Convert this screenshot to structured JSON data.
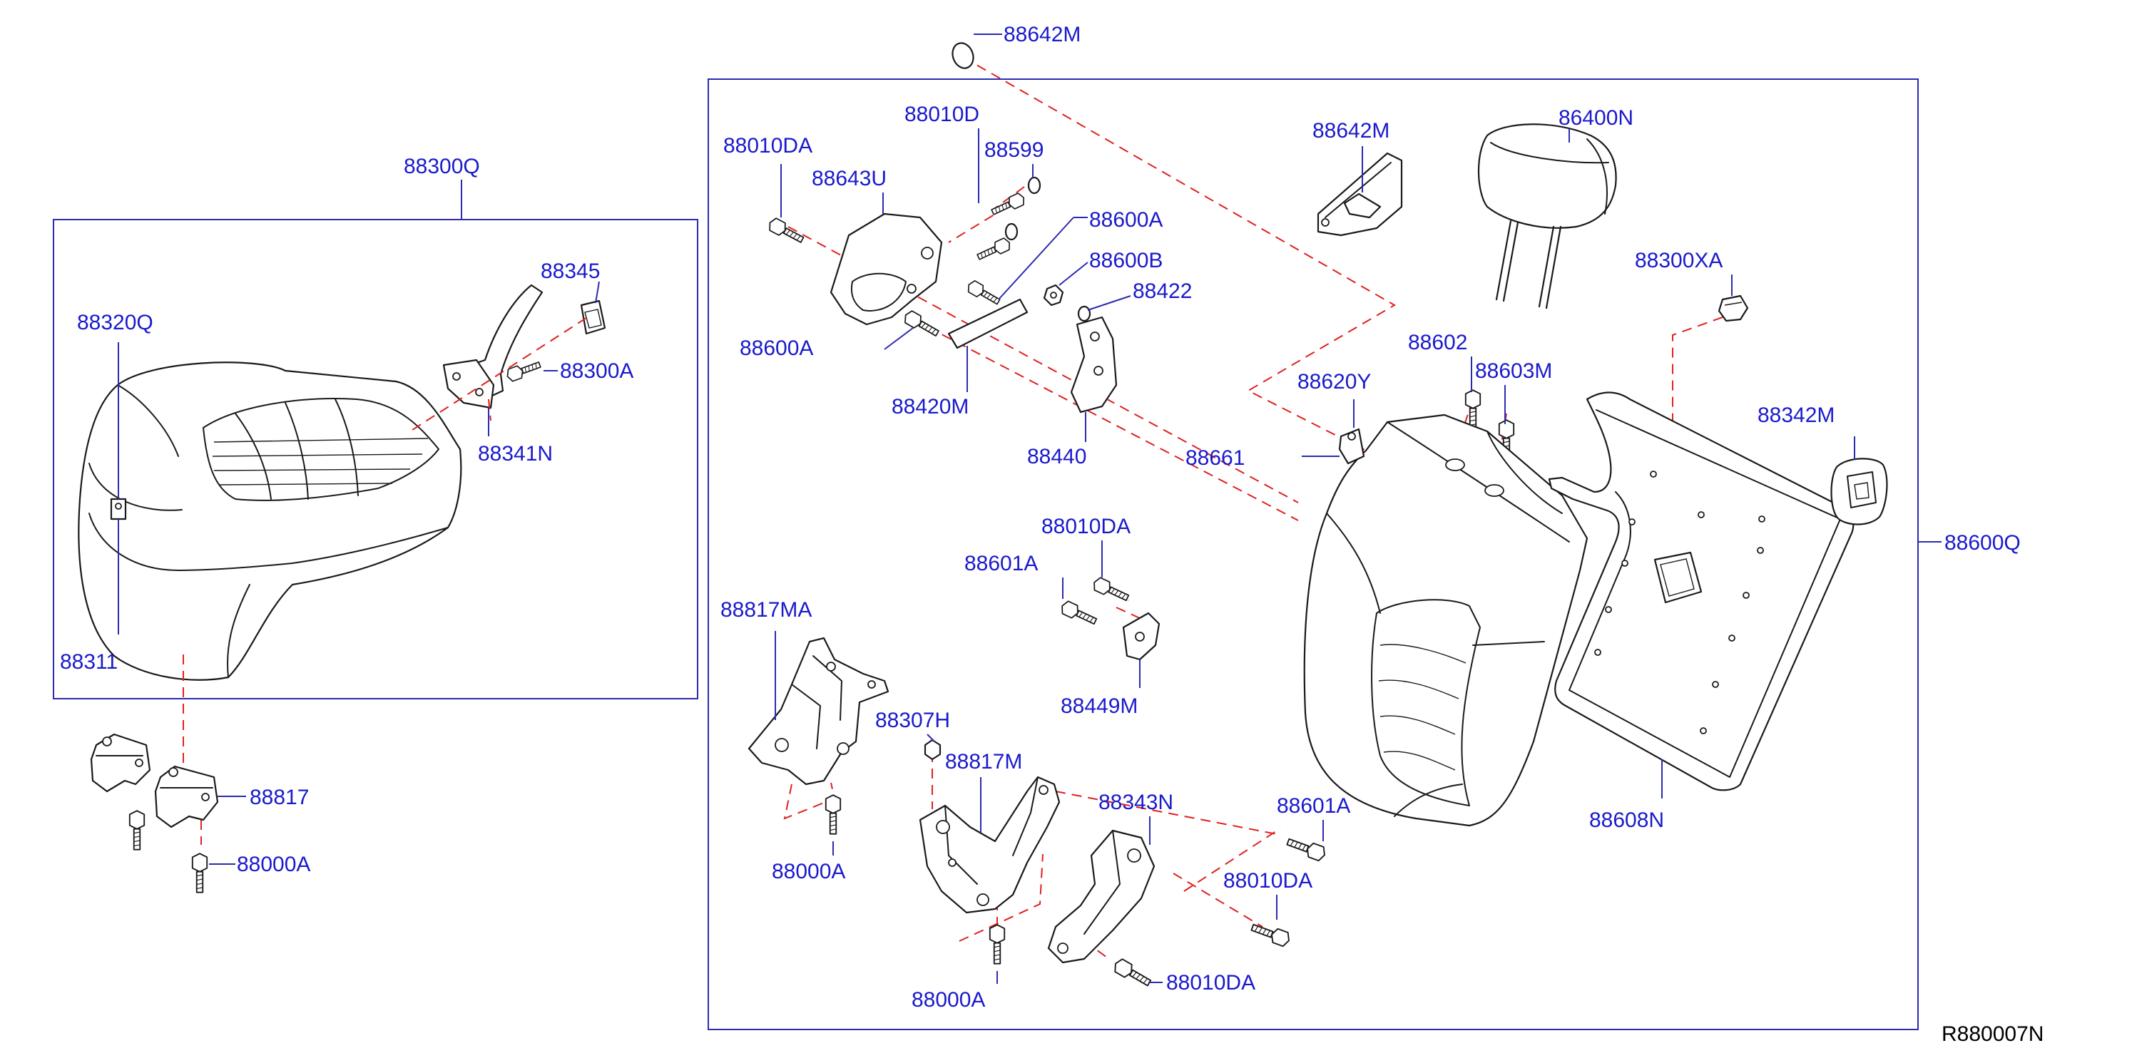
{
  "diagram": {
    "reference_code": "R880007N",
    "groups": [
      {
        "id": "left",
        "label": "88300Q"
      },
      {
        "id": "right",
        "label": "88600Q"
      }
    ],
    "parts": [
      {
        "id": "p88642M_top",
        "label": "88642M"
      },
      {
        "id": "p88300Q",
        "label": "88300Q"
      },
      {
        "id": "p88345",
        "label": "88345"
      },
      {
        "id": "p88320Q",
        "label": "88320Q"
      },
      {
        "id": "p88300A",
        "label": "88300A"
      },
      {
        "id": "p88341N",
        "label": "88341N"
      },
      {
        "id": "p88311",
        "label": "88311"
      },
      {
        "id": "p88817",
        "label": "88817"
      },
      {
        "id": "p88000A_left",
        "label": "88000A"
      },
      {
        "id": "p88010DA_a",
        "label": "88010DA"
      },
      {
        "id": "p88010D",
        "label": "88010D"
      },
      {
        "id": "p88599",
        "label": "88599"
      },
      {
        "id": "p88643U",
        "label": "88643U"
      },
      {
        "id": "p88600A_a",
        "label": "88600A"
      },
      {
        "id": "p88600B",
        "label": "88600B"
      },
      {
        "id": "p88422",
        "label": "88422"
      },
      {
        "id": "p88600A_b",
        "label": "88600A"
      },
      {
        "id": "p88420M",
        "label": "88420M"
      },
      {
        "id": "p88440",
        "label": "88440"
      },
      {
        "id": "p88642M_mid",
        "label": "88642M"
      },
      {
        "id": "p86400N",
        "label": "86400N"
      },
      {
        "id": "p88300XA",
        "label": "88300XA"
      },
      {
        "id": "p88602",
        "label": "88602"
      },
      {
        "id": "p88603M",
        "label": "88603M"
      },
      {
        "id": "p88620Y",
        "label": "88620Y"
      },
      {
        "id": "p88661",
        "label": "88661"
      },
      {
        "id": "p88342M",
        "label": "88342M"
      },
      {
        "id": "p88600Q",
        "label": "88600Q"
      },
      {
        "id": "p88010DA_b",
        "label": "88010DA"
      },
      {
        "id": "p88601A_a",
        "label": "88601A"
      },
      {
        "id": "p88449M",
        "label": "88449M"
      },
      {
        "id": "p88817MA",
        "label": "88817MA"
      },
      {
        "id": "p88307H",
        "label": "88307H"
      },
      {
        "id": "p88000A_mid",
        "label": "88000A"
      },
      {
        "id": "p88817M",
        "label": "88817M"
      },
      {
        "id": "p88343N",
        "label": "88343N"
      },
      {
        "id": "p88601A_b",
        "label": "88601A"
      },
      {
        "id": "p88010DA_c",
        "label": "88010DA"
      },
      {
        "id": "p88010DA_d",
        "label": "88010DA"
      },
      {
        "id": "p88000A_bottom",
        "label": "88000A"
      },
      {
        "id": "p88608N",
        "label": "88608N"
      }
    ]
  }
}
